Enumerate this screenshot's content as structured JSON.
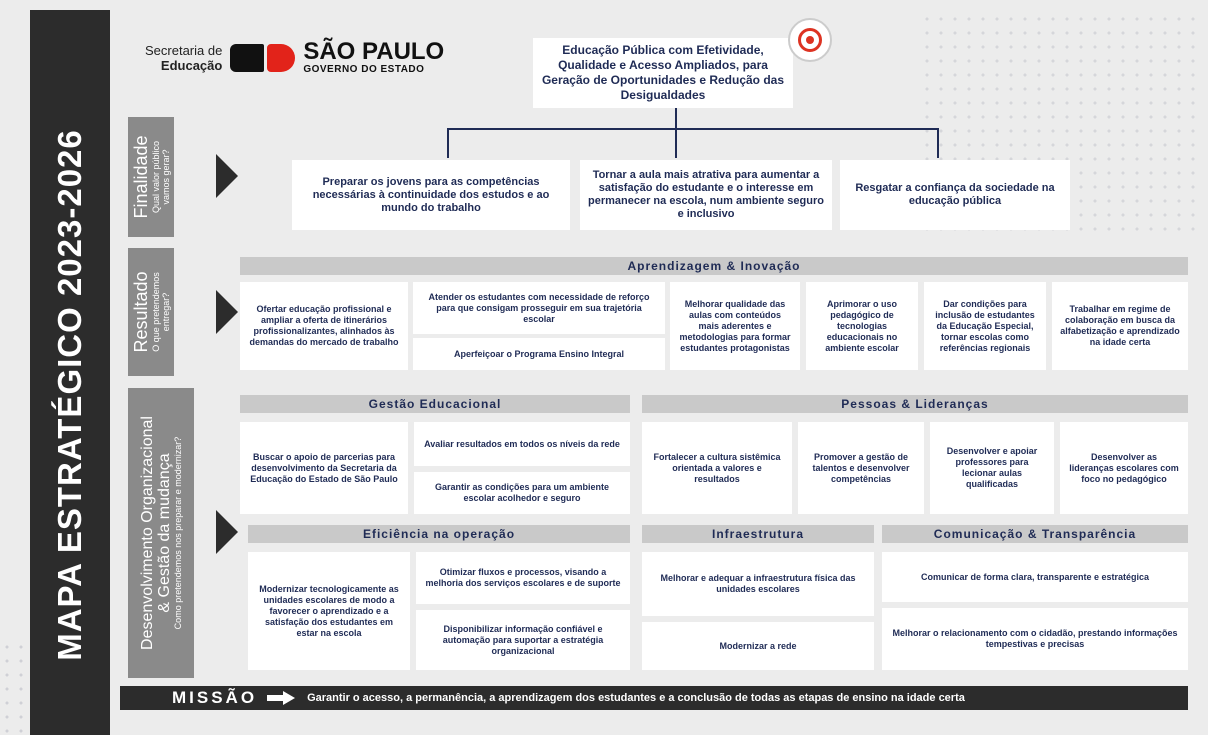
{
  "title": "MAPA ESTRATÉGICO 2023-2026",
  "logo": {
    "secretaria_line1": "Secretaria de",
    "secretaria_line2": "Educação",
    "sp_main": "SÃO PAULO",
    "sp_sub": "GOVERNO DO ESTADO"
  },
  "vision": "Educação Pública com Efetividade, Qualidade e Acesso Ampliados, para Geração de Oportunidades e Redução das Desigualdades",
  "rows": [
    {
      "label": "Finalidade",
      "sublabel_line1": "Qual valor público",
      "sublabel_line2": "vamos gerar?"
    },
    {
      "label": "Resultado",
      "sublabel_line1": "O que pretendemos",
      "sublabel_line2": "entregar?"
    },
    {
      "label_line1": "Desenvolvimento Organizacional",
      "label_line2": "& Gestão da mudança",
      "sublabel": "Como pretendemos nos preparar e modernizar?"
    }
  ],
  "finalidade": [
    "Preparar os jovens para as competências necessárias à continuidade dos estudos e ao mundo do trabalho",
    "Tornar a aula mais atrativa para aumentar a satisfação do estudante e o interesse em permanecer na escola, num ambiente seguro e inclusivo",
    "Resgatar a confiança da sociedade na educação pública"
  ],
  "resultado": {
    "header": "Aprendizagem & Inovação",
    "items": [
      "Ofertar educação profissional e ampliar a oferta de itinerários profissionalizantes, alinhados às demandas do mercado de trabalho",
      "Atender os estudantes com necessidade de reforço para que consigam prosseguir em sua trajetória escolar",
      "Aperfeiçoar o Programa Ensino Integral",
      "Melhorar qualidade das aulas com conteúdos mais aderentes e metodologias para formar estudantes protagonistas",
      "Aprimorar o uso pedagógico de tecnologias educacionais no ambiente escolar",
      "Dar condições para inclusão de estudantes da Educação Especial, tornar escolas como referências regionais",
      "Trabalhar em regime de colaboração em busca da alfabetização e aprendizado na idade certa"
    ]
  },
  "gestao": {
    "header": "Gestão Educacional",
    "items": [
      "Buscar o apoio de parcerias para desenvolvimento da Secretaria da Educação do Estado de São Paulo",
      "Avaliar resultados em todos os níveis da rede",
      "Garantir as condições para um ambiente escolar acolhedor e seguro"
    ]
  },
  "pessoas": {
    "header": "Pessoas & Lideranças",
    "items": [
      "Fortalecer a cultura sistêmica orientada a valores e resultados",
      "Promover a gestão de talentos e desenvolver competências",
      "Desenvolver e apoiar professores para lecionar aulas qualificadas",
      "Desenvolver as lideranças escolares com foco no pedagógico"
    ]
  },
  "eficiencia": {
    "header": "Eficiência na operação",
    "items": [
      "Modernizar tecnologicamente as unidades escolares de modo a favorecer o aprendizado e a satisfação dos estudantes em estar na escola",
      "Otimizar fluxos e processos, visando a melhoria dos serviços escolares e de suporte",
      "Disponibilizar informação confiável e automação para suportar a estratégia organizacional"
    ]
  },
  "infraestrutura": {
    "header": "Infraestrutura",
    "items": [
      "Melhorar e adequar a infraestrutura física das unidades escolares",
      "Modernizar a rede"
    ]
  },
  "comunicacao": {
    "header": "Comunicação & Transparência",
    "items": [
      "Comunicar de forma clara, transparente e estratégica",
      "Melhorar o relacionamento com o cidadão, prestando informações tempestivas e precisas"
    ]
  },
  "missao": {
    "label": "MISSÃO",
    "text": "Garantir o acesso, a permanência, a aprendizagem dos estudantes e a conclusão de todas as etapas de ensino na idade certa"
  },
  "colors": {
    "navy": "#1f2b55",
    "dark": "#2c2c2c",
    "gray_side": "#8a8a8a",
    "header_gray": "#c9c9c9",
    "red": "#e2231a"
  }
}
